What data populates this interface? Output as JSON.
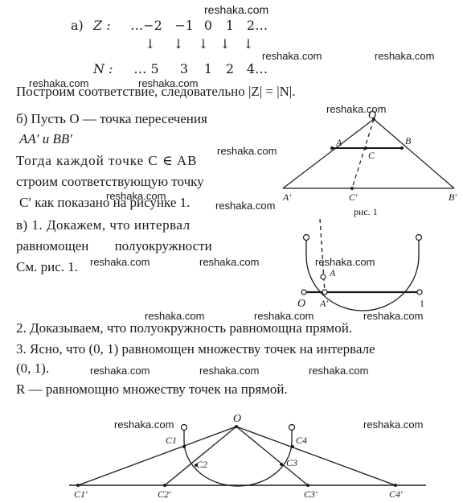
{
  "watermarks": [
    "reshaka.com",
    "reshaka.com",
    "reshaka.com",
    "reshaka.com",
    "reshaka.com",
    "reshaka.com",
    "reshaka.com",
    "reshaka.com",
    "reshaka.com",
    "reshaka.com",
    "reshaka.com",
    "reshaka.com",
    "reshaka.com",
    "reshaka.com",
    "reshaka.com",
    "reshaka.com",
    "reshaka.com",
    "reshaka.com",
    "reshaka.com",
    "reshaka.com"
  ],
  "part_a": {
    "label": "а)",
    "z_name": "Z :",
    "z_values": [
      "…−2",
      "−1",
      "0",
      "1",
      "2…"
    ],
    "arrow": "↓",
    "n_name": "N :",
    "n_values": [
      "… 5",
      "3",
      "1",
      "2",
      "4…"
    ],
    "conclusion": "Построим соответствие, следовательно |Z| = |N|."
  },
  "part_b": {
    "line1": "б) Пусть O — точка пересечения",
    "line2": "AA′ и BB′",
    "line3": "Тогда каждой точке C ∈ AB",
    "line4": "строим соответствующую точку",
    "line5": "C′ как показано на рисунке 1."
  },
  "part_v": {
    "line1": "в) 1. Докажем, что интервал",
    "line2": "равномощен полуокружности",
    "line3": "См. рис. 1."
  },
  "statements": {
    "s2": "2. Доказываем, что полуокружность равномощна прямой.",
    "s3a": "3. Ясно, что (0, 1) равномощен множеству точек на интервале",
    "s3b": "(0, 1).",
    "s4": "R — равномощно множеству точек на прямой."
  },
  "figure1": {
    "points": [
      "O",
      "A",
      "B",
      "C",
      "A′",
      "C′",
      "B′"
    ],
    "caption": "рис. 1"
  },
  "figure2": {
    "points": [
      "A",
      "O",
      "A′",
      "1"
    ]
  },
  "figure3": {
    "points": [
      "O",
      "C1",
      "C2",
      "C3",
      "C4",
      "C1′",
      "C2′",
      "C3′",
      "C4′"
    ]
  }
}
